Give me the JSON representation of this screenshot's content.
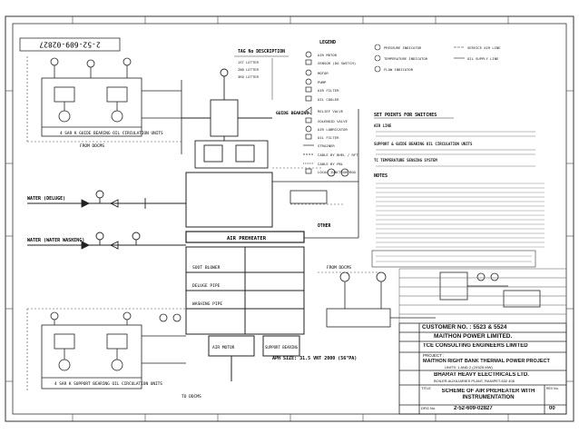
{
  "drawing_number": "2-52-609-02827",
  "legend": {
    "title": "LEGEND",
    "items": [
      "AIR MOTOR",
      "SENSOR (DO SWITCH)",
      "MOTOR",
      "PUMP",
      "AIR FILTER",
      "OIL COOLER",
      "RELIEF VALVE",
      "SOLENOID VALVE",
      "AIR LUBRICATOR",
      "OIL FILTER",
      "STRAINER",
      "CABLE BY BHEL / RFT",
      "CABLE BY PBL",
      "LOCAL JUNCTION BOX"
    ]
  },
  "tag_description": {
    "title": "TAG No DESCRIPTION",
    "lines": [
      "1ST LETTER",
      "2ND LETTER",
      "3RD LETTER"
    ]
  },
  "symbols": [
    "PRESSURE INDICATOR",
    "TEMPERATURE INDICATOR",
    "FLOW INDICATOR",
    "SERVICE AIR LINE",
    "OIL SUPPLY LINE"
  ],
  "set_points": {
    "title": "SET POINTS FOR SWITCHES",
    "sections": [
      "AIR LINE",
      "SUPPORT & GUIDE BEARING OIL CIRCULATION UNITS",
      "TC TEMPERATURE SENSING SYSTEM"
    ]
  },
  "notes_title": "NOTES",
  "notes_count": 12,
  "labels": {
    "guide_bearing_left": "4 SAR K GUIDE BEARING OIL CIRCULATION UNITS",
    "support_bearing_left": "4 SAR K SUPPORT BEARING OIL CIRCULATION UNITS",
    "from_docms": "FROM DDCMS",
    "to_docms": "TO DDCMS",
    "water_deluge": "WATER (DELUGE)",
    "water_washing": "WATER (WATER WASHING)",
    "air_preheater": "AIR PREHEATER",
    "soot_blower": "SOOT BLOWER",
    "deluge_pipe": "DELUGE PIPE",
    "washing_pipe": "WASHING PIPE",
    "guide_bearing": "GUIDE BEARING",
    "support_bearing": "SUPPORT BEARING",
    "air_motor": "AIR MOTOR",
    "aph_size": "APH SIZE: 31.5 VNT 2000 (56\"PA)",
    "other": "OTHER"
  },
  "title_block": {
    "customer": "CUSTOMER NO. : 5523 & 5524",
    "customer_name": "MAITHON POWER LIMITED.",
    "consultant": "TCE CONSULTING ENGINEERS LIMITED",
    "project_label": "PROJECT :",
    "project": "MAITHON RIGHT BANK THERMAL POWER PROJECT",
    "project_sub": "UNITS: 1 AND 2 (2X525 MW)",
    "company": "BHARAT HEAVY ELECTRICALS LTD.",
    "company_sub": "BOILER AUXILIARIES PLANT, RANIPET-632 406",
    "title_label": "TITLE",
    "title": "SCHEME OF AIR PREHEATER WITH INSTRUMENTATION",
    "drg_no_label": "DRG No.",
    "drg_no": "2-52-609-02827",
    "rev_label": "REV No.",
    "rev": "00"
  }
}
